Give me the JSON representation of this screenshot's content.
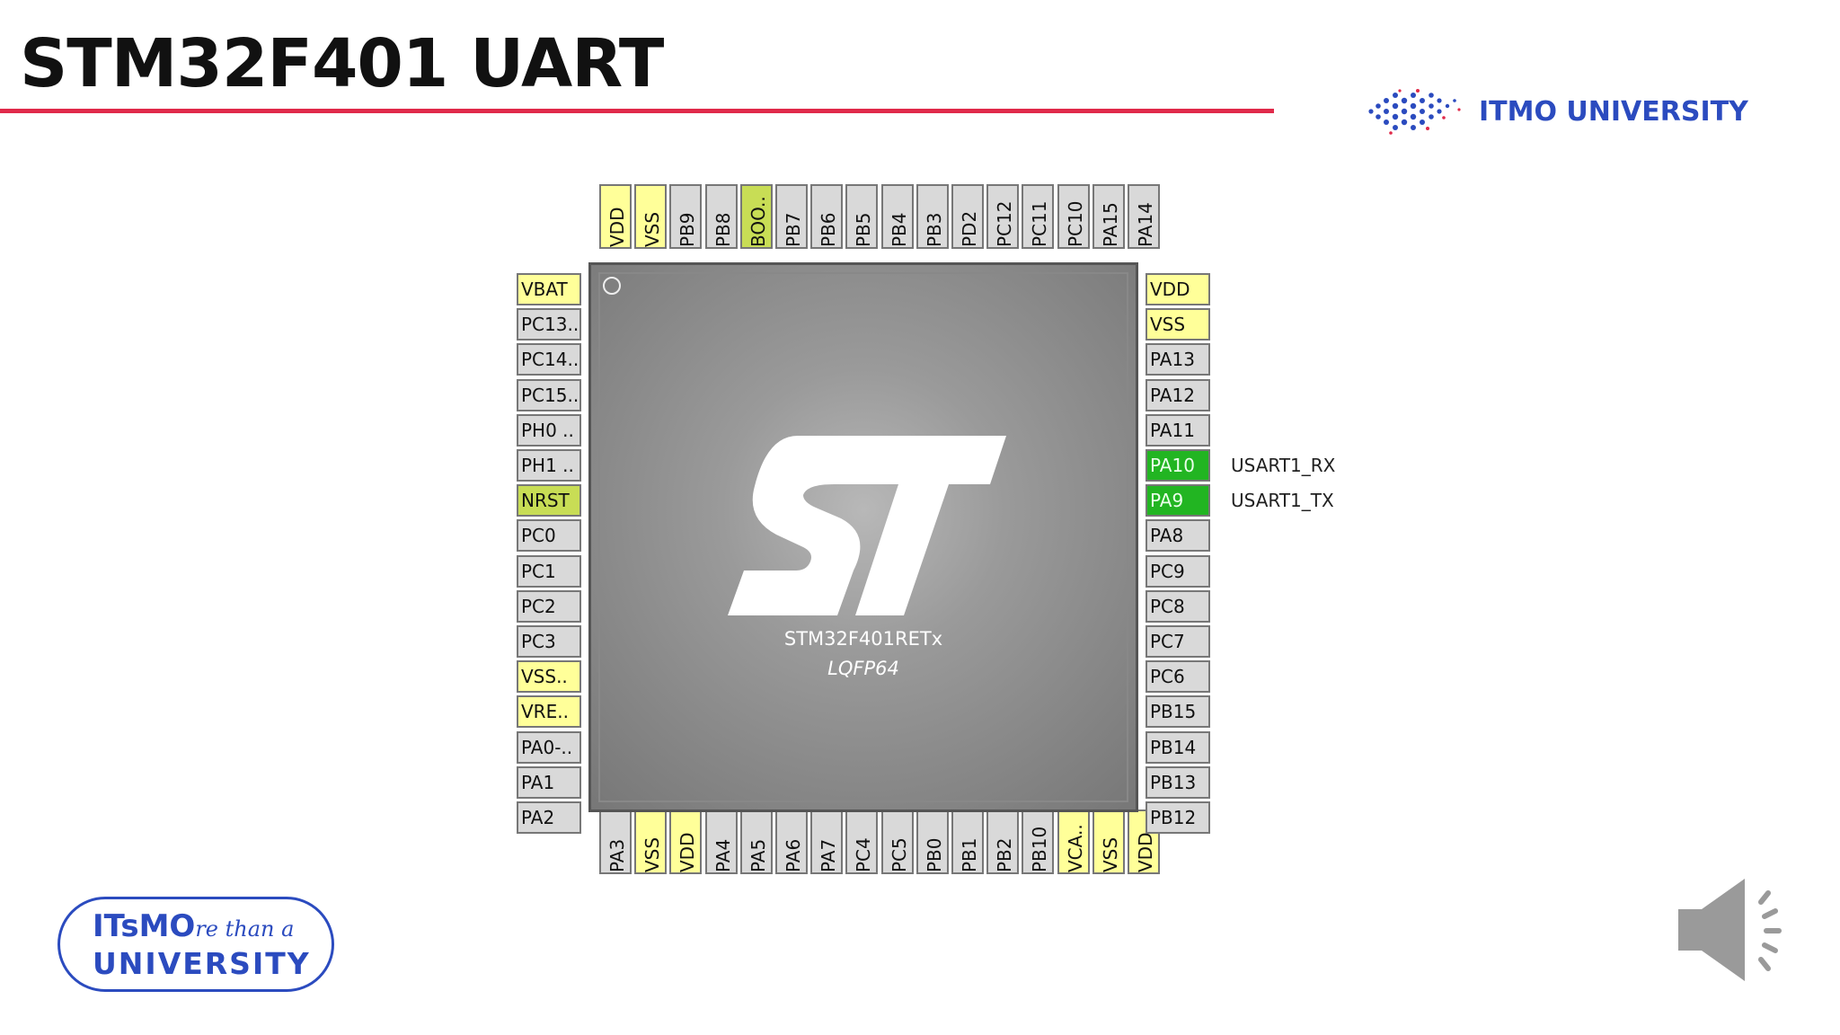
{
  "slide": {
    "title": "STM32F401 UART"
  },
  "brand": {
    "logo_text": "ITMO UNIVERSITY",
    "slogan_top_bold": "ITsMO",
    "slogan_top_script": "re than a",
    "slogan_bottom": "UNIVERSITY"
  },
  "chip": {
    "name": "STM32F401RETx",
    "package": "LQFP64",
    "logo": "ST"
  },
  "pins": {
    "top": [
      {
        "label": "VDD",
        "type": "power"
      },
      {
        "label": "VSS",
        "type": "power"
      },
      {
        "label": "PB9",
        "type": "io"
      },
      {
        "label": "PB8",
        "type": "io"
      },
      {
        "label": "BOO..",
        "type": "boot"
      },
      {
        "label": "PB7",
        "type": "io"
      },
      {
        "label": "PB6",
        "type": "io"
      },
      {
        "label": "PB5",
        "type": "io"
      },
      {
        "label": "PB4",
        "type": "io"
      },
      {
        "label": "PB3",
        "type": "io"
      },
      {
        "label": "PD2",
        "type": "io"
      },
      {
        "label": "PC12",
        "type": "io"
      },
      {
        "label": "PC11",
        "type": "io"
      },
      {
        "label": "PC10",
        "type": "io"
      },
      {
        "label": "PA15",
        "type": "io"
      },
      {
        "label": "PA14",
        "type": "io"
      }
    ],
    "left": [
      {
        "label": "VBAT",
        "type": "power"
      },
      {
        "label": "PC13..",
        "type": "io"
      },
      {
        "label": "PC14..",
        "type": "io"
      },
      {
        "label": "PC15..",
        "type": "io"
      },
      {
        "label": "PH0 ..",
        "type": "io"
      },
      {
        "label": "PH1 ..",
        "type": "io"
      },
      {
        "label": "NRST",
        "type": "reset"
      },
      {
        "label": "PC0",
        "type": "io"
      },
      {
        "label": "PC1",
        "type": "io"
      },
      {
        "label": "PC2",
        "type": "io"
      },
      {
        "label": "PC3",
        "type": "io"
      },
      {
        "label": "VSS..",
        "type": "power"
      },
      {
        "label": "VRE..",
        "type": "power"
      },
      {
        "label": "PA0-..",
        "type": "io"
      },
      {
        "label": "PA1",
        "type": "io"
      },
      {
        "label": "PA2",
        "type": "io"
      }
    ],
    "right": [
      {
        "label": "VDD",
        "type": "power"
      },
      {
        "label": "VSS",
        "type": "power"
      },
      {
        "label": "PA13",
        "type": "io"
      },
      {
        "label": "PA12",
        "type": "io"
      },
      {
        "label": "PA11",
        "type": "io"
      },
      {
        "label": "PA10",
        "type": "active",
        "signal": "USART1_RX"
      },
      {
        "label": "PA9",
        "type": "active",
        "signal": "USART1_TX"
      },
      {
        "label": "PA8",
        "type": "io"
      },
      {
        "label": "PC9",
        "type": "io"
      },
      {
        "label": "PC8",
        "type": "io"
      },
      {
        "label": "PC7",
        "type": "io"
      },
      {
        "label": "PC6",
        "type": "io"
      },
      {
        "label": "PB15",
        "type": "io"
      },
      {
        "label": "PB14",
        "type": "io"
      },
      {
        "label": "PB13",
        "type": "io"
      },
      {
        "label": "PB12",
        "type": "io"
      }
    ],
    "bottom": [
      {
        "label": "PA3",
        "type": "io"
      },
      {
        "label": "VSS",
        "type": "power"
      },
      {
        "label": "VDD",
        "type": "power"
      },
      {
        "label": "PA4",
        "type": "io"
      },
      {
        "label": "PA5",
        "type": "io"
      },
      {
        "label": "PA6",
        "type": "io"
      },
      {
        "label": "PA7",
        "type": "io"
      },
      {
        "label": "PC4",
        "type": "io"
      },
      {
        "label": "PC5",
        "type": "io"
      },
      {
        "label": "PB0",
        "type": "io"
      },
      {
        "label": "PB1",
        "type": "io"
      },
      {
        "label": "PB2",
        "type": "io"
      },
      {
        "label": "PB10",
        "type": "io"
      },
      {
        "label": "VCA..",
        "type": "power"
      },
      {
        "label": "VSS",
        "type": "power"
      },
      {
        "label": "VDD",
        "type": "power"
      }
    ]
  },
  "icons": {
    "speaker": "speaker-volume-icon",
    "itmo": "itmo-dots-logo"
  }
}
